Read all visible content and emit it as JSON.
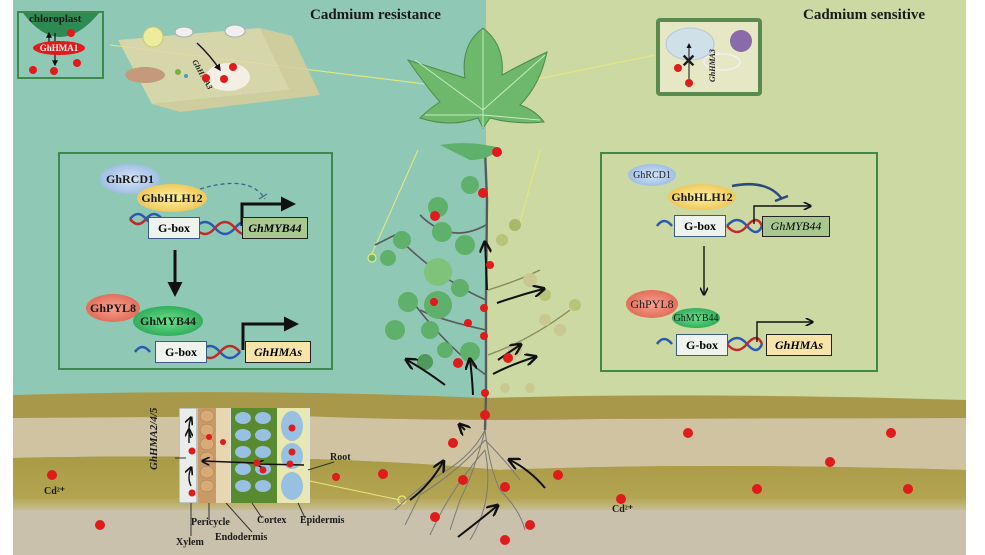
{
  "titles": {
    "left": "Cadmium resistance",
    "right": "Cadmium sensitive"
  },
  "chloroplast_inset": {
    "label": "chloroplast",
    "transporter": "GhHMA1"
  },
  "cell_inset_left": {
    "transporter": "GhHMA3"
  },
  "cell_inset_right": {
    "transporter": "GhHMA3",
    "blocked_symbol": "✕"
  },
  "regulation_resistant": {
    "proteins": [
      "GhRCD1",
      "GhbHLH12",
      "GhPYL8",
      "GhMYB44"
    ],
    "promoter": "G-box",
    "target_gene_1": "GhMYB44",
    "target_gene_2": "GhHMAs",
    "inhibition": "weak"
  },
  "regulation_sensitive": {
    "proteins": [
      "GhRCD1",
      "GhbHLH12",
      "GhPYL8",
      "GhMYB44"
    ],
    "promoter": "G-box",
    "target_gene_1": "GhMYB44",
    "target_gene_2": "GhHMAs",
    "inhibition": "strong"
  },
  "root_section": {
    "transporter": "GhHMA2/4/5",
    "tissues": [
      "Xylem",
      "Pericycle",
      "Endodermis",
      "Cortex",
      "Epidermis"
    ],
    "root_label": "Root"
  },
  "ion_labels": {
    "left": "Cd²⁺",
    "right": "Cd²⁺"
  },
  "colors": {
    "resistant_bg": "#8fc9b6",
    "sensitive_bg": "#ccd9a2",
    "cadmium": "#e01b1b",
    "panel_border": "#3f8a4a",
    "soil_dark": "#a8984a",
    "soil_light": "#c8bc98"
  }
}
